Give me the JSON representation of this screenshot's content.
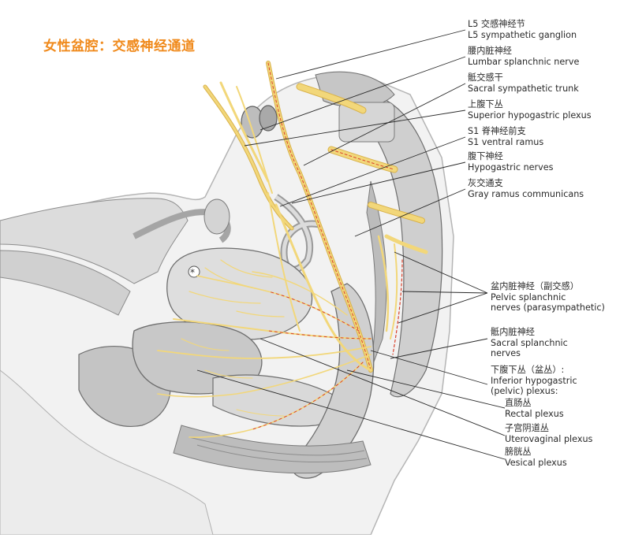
{
  "title": "女性盆腔：交感神经通道",
  "labels": [
    {
      "zh": "L5 交感神经节",
      "en": "L5 sympathetic ganglion"
    },
    {
      "zh": "腰内脏神经",
      "en": "Lumbar splanchnic nerve"
    },
    {
      "zh": "骶交感干",
      "en": "Sacral sympathetic trunk"
    },
    {
      "zh": "上腹下丛",
      "en": "Superior hypogastric plexus"
    },
    {
      "zh": "S1 脊神经前支",
      "en": "S1 ventral ramus"
    },
    {
      "zh": "腹下神经",
      "en": "Hypogastric nerves"
    },
    {
      "zh": "灰交通支",
      "en": "Gray ramus communicans"
    },
    {
      "zh": "盆内脏神经（副交感）",
      "en1": "Pelvic splanchnic",
      "en2": "nerves (parasympathetic)"
    },
    {
      "zh": "骶内脏神经",
      "en1": "Sacral splanchnic",
      "en2": "nerves"
    },
    {
      "zh": "下腹下丛（盆丛）:",
      "en1": "Inferior hypogastric",
      "en2": "(pelvic) plexus:"
    },
    {
      "zh": "直肠丛",
      "en": "Rectal plexus"
    },
    {
      "zh": "子宫阴道丛",
      "en": "Uterovaginal plexus"
    },
    {
      "zh": "膀胱丛",
      "en": "Vesical plexus"
    }
  ],
  "colors": {
    "title": "#f08a1c",
    "nerve": "#f2d77a",
    "nerve_edge": "#d9b24a",
    "sympathetic_dash": "#d9402a",
    "tissue_light": "#e8e8e8",
    "tissue_mid": "#c9c9c9",
    "tissue_dark": "#8c8c8c",
    "outline": "#6e6e6e",
    "leader": "#2a2a2a"
  }
}
